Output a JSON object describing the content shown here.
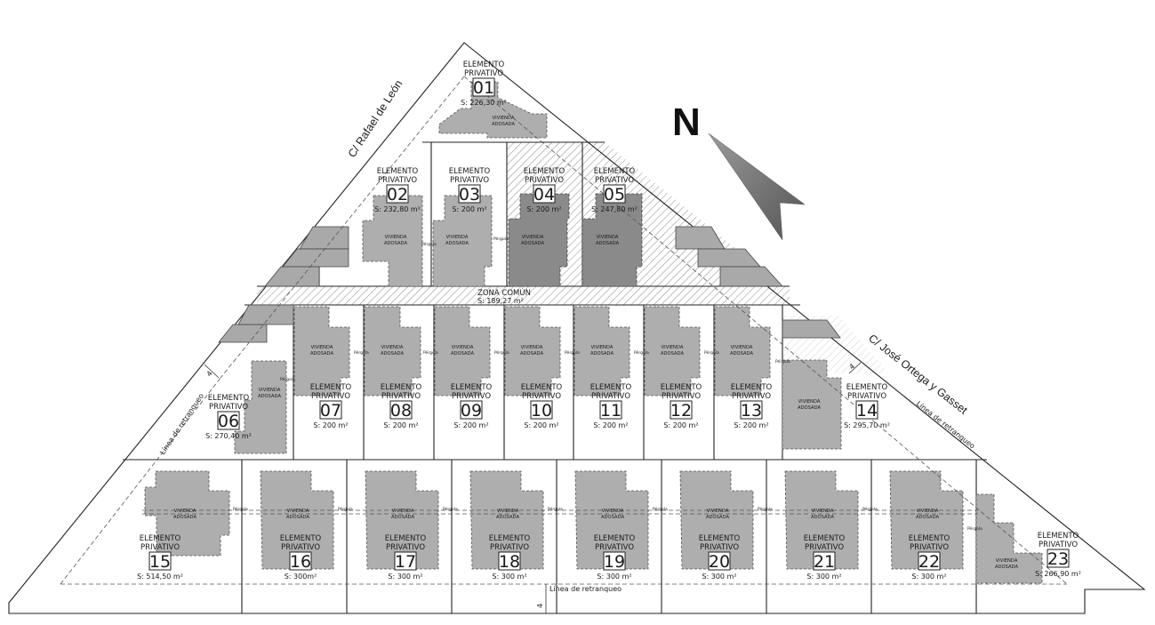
{
  "streets": {
    "left": "C/ Rafael de León",
    "right": "C/ José Ortega y Gasset"
  },
  "north_label": "N",
  "common_zone": {
    "label": "ZONA COMÚN",
    "area": "S: 189,27 m²"
  },
  "setback": {
    "label": "Línea de retranqueo",
    "distance": "4"
  },
  "house_label": [
    "VIVIENDA",
    "ADOSADA"
  ],
  "pergola_label": "Pérgola",
  "element_label": [
    "ELEMENTO",
    "PRIVATIVO"
  ],
  "lots": [
    {
      "number": "01",
      "area": "S: 226,30 m²"
    },
    {
      "number": "02",
      "area": "S: 232,80 m²"
    },
    {
      "number": "03",
      "area": "S: 200 m²"
    },
    {
      "number": "04",
      "area": "S: 200 m²"
    },
    {
      "number": "05",
      "area": "S: 247,80 m²"
    },
    {
      "number": "06",
      "area": "S: 270,40 m²"
    },
    {
      "number": "07",
      "area": "S: 200 m²"
    },
    {
      "number": "08",
      "area": "S: 200 m²"
    },
    {
      "number": "09",
      "area": "S: 200 m²"
    },
    {
      "number": "10",
      "area": "S: 200 m²"
    },
    {
      "number": "11",
      "area": "S: 200 m²"
    },
    {
      "number": "12",
      "area": "S: 200 m²"
    },
    {
      "number": "13",
      "area": "S: 200 m²"
    },
    {
      "number": "14",
      "area": "S: 295,70 m²"
    },
    {
      "number": "15",
      "area": "S: 514,50 m²"
    },
    {
      "number": "16",
      "area": "S: 300m²"
    },
    {
      "number": "17",
      "area": "S: 300 m²"
    },
    {
      "number": "18",
      "area": "S: 300 m²"
    },
    {
      "number": "19",
      "area": "S: 300 m²"
    },
    {
      "number": "20",
      "area": "S: 300 m²"
    },
    {
      "number": "21",
      "area": "S: 300 m²"
    },
    {
      "number": "22",
      "area": "S: 300 m²"
    },
    {
      "number": "23",
      "area": "S: 266,90 m²"
    }
  ],
  "colors": {
    "house_fill": "#aeaeae",
    "house_dark": "#8a8a8a",
    "hatch": "#888888",
    "arrow": "#6f6f6f"
  }
}
